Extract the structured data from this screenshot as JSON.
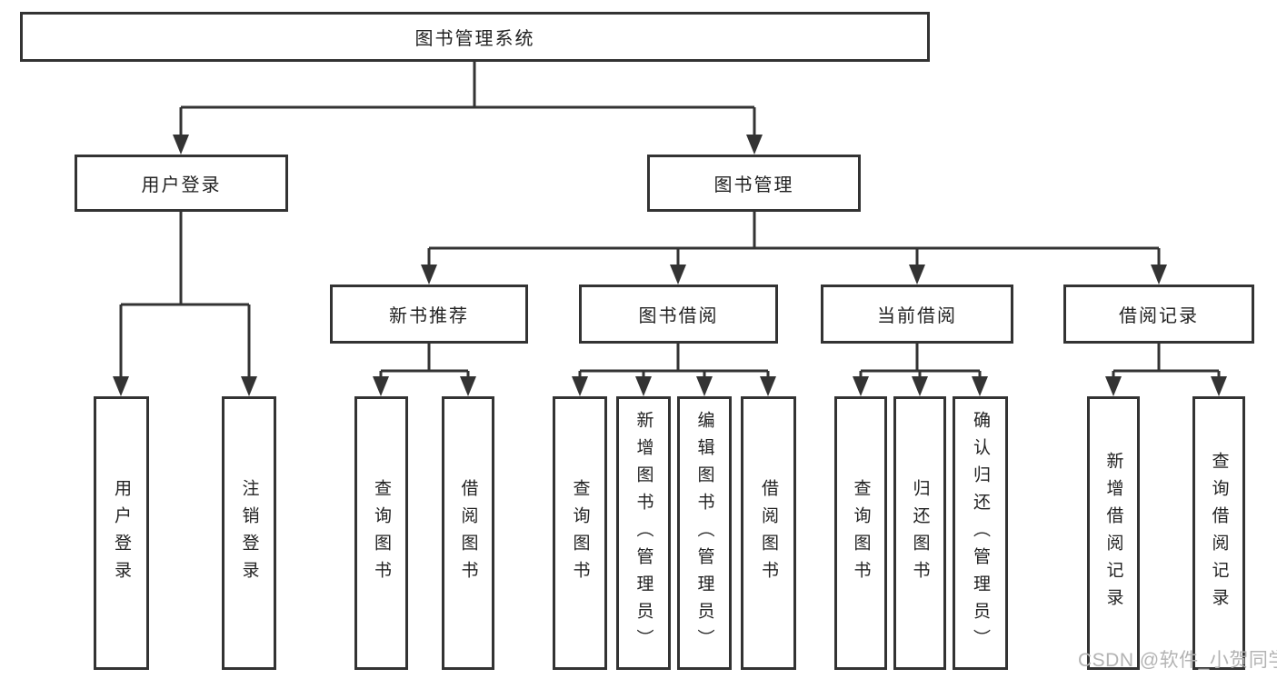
{
  "tree": {
    "label": "图书管理系统",
    "children": [
      {
        "label": "用户登录",
        "children": [
          {
            "label": "用户登录"
          },
          {
            "label": "注销登录"
          }
        ]
      },
      {
        "label": "图书管理",
        "children": [
          {
            "label": "新书推荐",
            "children": [
              {
                "label": "查询图书"
              },
              {
                "label": "借阅图书"
              }
            ]
          },
          {
            "label": "图书借阅",
            "children": [
              {
                "label": "查询图书"
              },
              {
                "label": "新增图书（管理员）"
              },
              {
                "label": "编辑图书（管理员）"
              },
              {
                "label": "借阅图书"
              }
            ]
          },
          {
            "label": "当前借阅",
            "children": [
              {
                "label": "查询图书"
              },
              {
                "label": "归还图书"
              },
              {
                "label": "确认归还（管理员）"
              }
            ]
          },
          {
            "label": "借阅记录",
            "children": [
              {
                "label": "新增借阅记录"
              },
              {
                "label": "查询借阅记录"
              }
            ]
          }
        ]
      }
    ]
  },
  "watermark": {
    "text": "CSDN @软件_小贺同学",
    "color": "#b3b3b3"
  },
  "style": {
    "line_color": "#333333",
    "box_border_color": "#333333",
    "box_fill": "#ffffff",
    "text_color": "#222222",
    "background": "#ffffff"
  }
}
